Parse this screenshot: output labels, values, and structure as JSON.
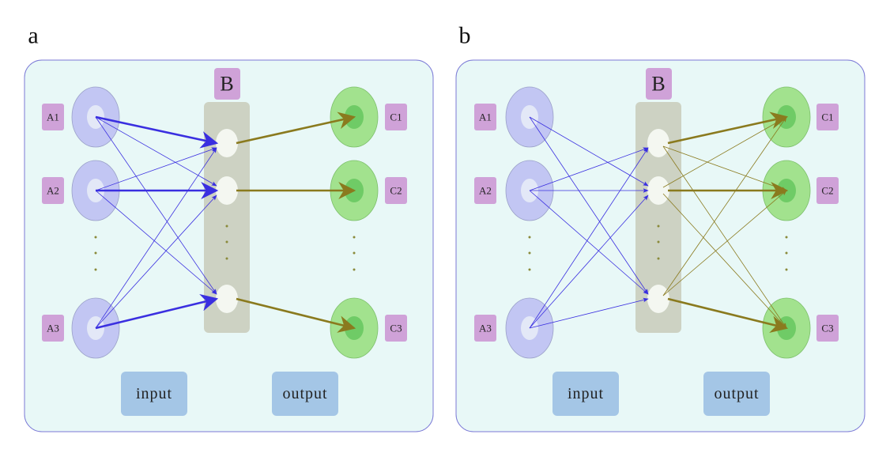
{
  "panels": [
    {
      "id": "a",
      "letter": "a",
      "hidden_label": "B",
      "input_labels": [
        "A1",
        "A2",
        "A3"
      ],
      "output_labels": [
        "C1",
        "C2",
        "C3"
      ],
      "input_caption": "input",
      "output_caption": "output",
      "edges_in": [
        {
          "from": 0,
          "to": 0,
          "strong": true
        },
        {
          "from": 0,
          "to": 1,
          "strong": false
        },
        {
          "from": 0,
          "to": 2,
          "strong": false
        },
        {
          "from": 1,
          "to": 0,
          "strong": false
        },
        {
          "from": 1,
          "to": 1,
          "strong": true
        },
        {
          "from": 1,
          "to": 2,
          "strong": false
        },
        {
          "from": 2,
          "to": 0,
          "strong": false
        },
        {
          "from": 2,
          "to": 1,
          "strong": false
        },
        {
          "from": 2,
          "to": 2,
          "strong": true
        }
      ],
      "edges_out": [
        {
          "from": 0,
          "to": 0,
          "strong": true
        },
        {
          "from": 1,
          "to": 1,
          "strong": true
        },
        {
          "from": 2,
          "to": 2,
          "strong": true
        }
      ]
    },
    {
      "id": "b",
      "letter": "b",
      "hidden_label": "B",
      "input_labels": [
        "A1",
        "A2",
        "A3"
      ],
      "output_labels": [
        "C1",
        "C2",
        "C3"
      ],
      "input_caption": "input",
      "output_caption": "output",
      "edges_in": [
        {
          "from": 0,
          "to": 1,
          "strong": false
        },
        {
          "from": 0,
          "to": 2,
          "strong": false
        },
        {
          "from": 1,
          "to": 0,
          "strong": false
        },
        {
          "from": 1,
          "to": 1,
          "strong": false
        },
        {
          "from": 1,
          "to": 2,
          "strong": false
        },
        {
          "from": 2,
          "to": 0,
          "strong": false
        },
        {
          "from": 2,
          "to": 1,
          "strong": false
        },
        {
          "from": 2,
          "to": 2,
          "strong": false
        }
      ],
      "edges_out": [
        {
          "from": 0,
          "to": 0,
          "strong": true
        },
        {
          "from": 0,
          "to": 1,
          "strong": false
        },
        {
          "from": 0,
          "to": 2,
          "strong": false
        },
        {
          "from": 1,
          "to": 0,
          "strong": false
        },
        {
          "from": 1,
          "to": 1,
          "strong": true
        },
        {
          "from": 1,
          "to": 2,
          "strong": false
        },
        {
          "from": 2,
          "to": 0,
          "strong": false
        },
        {
          "from": 2,
          "to": 1,
          "strong": false
        },
        {
          "from": 2,
          "to": 2,
          "strong": true
        }
      ]
    }
  ],
  "colors": {
    "panel_bg": "#e8f8f7",
    "panel_border": "#7b79d6",
    "input_outer": "#c2c6f3",
    "input_inner": "#e3e8f7",
    "hidden_column": "#cdd2c3",
    "hidden_node": "#f4f7f1",
    "output_outer": "#a2e28e",
    "output_inner": "#6fcb66",
    "label_box": "#cfa2d8",
    "caption_box": "#a4c6e6",
    "edge_in": "#3a2fe0",
    "edge_out": "#8a7a1e",
    "ellipsis_dot": "#8a8a3a"
  }
}
